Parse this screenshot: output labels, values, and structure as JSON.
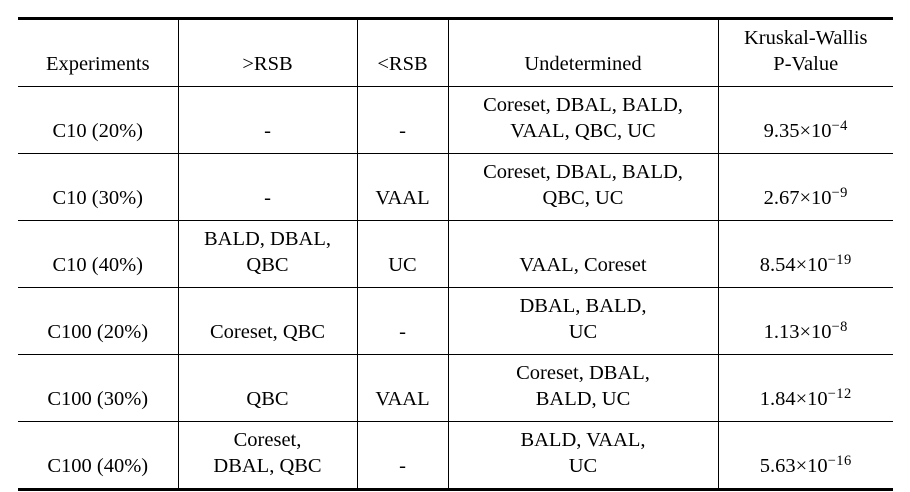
{
  "table": {
    "columns": [
      "Experiments",
      ">RSB",
      "<RSB",
      "Undetermined",
      "Kruskal-Wallis\nP-Value"
    ],
    "rows": [
      {
        "cells": [
          "C10 (20%)",
          "-",
          "-",
          "Coreset, DBAL, BALD,\nVAAL, QBC, UC"
        ],
        "p": {
          "base": "9.35×10",
          "exp": "−4"
        }
      },
      {
        "cells": [
          "C10 (30%)",
          "-",
          "VAAL",
          "Coreset, DBAL, BALD,\nQBC, UC"
        ],
        "p": {
          "base": "2.67×10",
          "exp": "−9"
        }
      },
      {
        "cells": [
          "C10 (40%)",
          "BALD, DBAL,\nQBC",
          "UC",
          "VAAL, Coreset"
        ],
        "p": {
          "base": "8.54×10",
          "exp": "−19"
        }
      },
      {
        "cells": [
          "C100 (20%)",
          "Coreset, QBC",
          "-",
          "DBAL, BALD,\nUC"
        ],
        "p": {
          "base": "1.13×10",
          "exp": "−8"
        }
      },
      {
        "cells": [
          "C100 (30%)",
          "QBC",
          "VAAL",
          "Coreset, DBAL,\nBALD, UC"
        ],
        "p": {
          "base": "1.84×10",
          "exp": "−12"
        }
      },
      {
        "cells": [
          "C100 (40%)",
          "Coreset,\nDBAL, QBC",
          "-",
          "BALD, VAAL,\nUC"
        ],
        "p": {
          "base": "5.63×10",
          "exp": "−16"
        }
      }
    ],
    "text_color": "#000000",
    "rule_color": "#000000",
    "background_color": "#ffffff"
  }
}
